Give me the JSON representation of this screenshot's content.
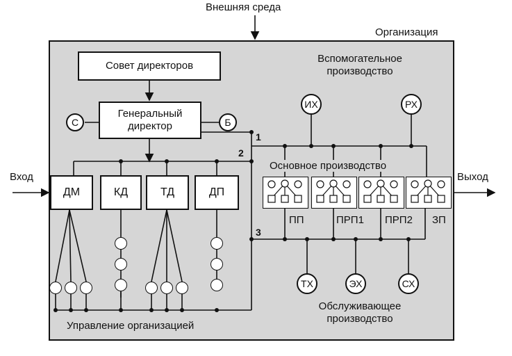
{
  "environment_label": "Внешняя среда",
  "organization_label": "Организация",
  "board": "Совет директоров",
  "ceo": "Генеральный директор",
  "ceo_side": {
    "left": "С",
    "right": "Б"
  },
  "departments": [
    "ДМ",
    "КД",
    "ТД",
    "ДП"
  ],
  "input_label": "Вход",
  "output_label": "Выход",
  "aux_production": {
    "title": "Вспомогательное производство",
    "nodes": [
      "ИХ",
      "РХ"
    ]
  },
  "main_production": {
    "title": "Основное производство",
    "units": [
      "ПП",
      "ПРП1",
      "ПРП2",
      "ЗП"
    ]
  },
  "service_production": {
    "title": "Обслуживающее производство",
    "nodes": [
      "ТХ",
      "ЭХ",
      "СХ"
    ]
  },
  "management_label": "Управление организацией",
  "bus_numbers": [
    "1",
    "2",
    "3"
  ]
}
